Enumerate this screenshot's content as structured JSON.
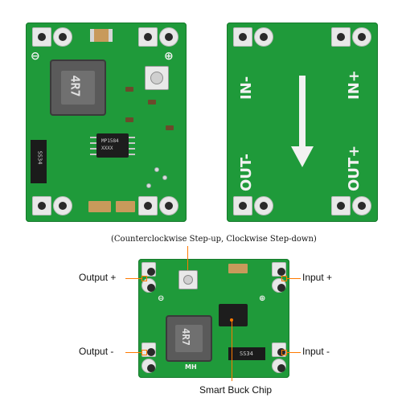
{
  "colors": {
    "pcb_green": "#1f9a3a",
    "pad_silver": "#e8e8e8",
    "inductor_gray": "#5a5a5a",
    "chip_black": "#1d1d1d",
    "callout_orange": "#ff7a00",
    "silk_white": "#f2f2f2"
  },
  "front_board": {
    "inductor_label": "4R7",
    "diode_label": "SS34",
    "chip_lines": [
      "MP1584",
      "XXXX"
    ]
  },
  "back_board": {
    "label_in_minus": "IN-",
    "label_in_plus": "IN+",
    "label_out_minus": "OUT-",
    "label_out_plus": "OUT+",
    "arrow_icon": "down-arrow-icon"
  },
  "annotated": {
    "caption": "(Counterclockwise Step-up, Clockwise Step-down)",
    "output_plus": "Output +",
    "input_plus": "Input +",
    "output_minus": "Output -",
    "input_minus": "Input -",
    "chip_label": "Smart Buck Chip",
    "inductor_label": "4R7",
    "diode_label": "SS34",
    "silk_mh": "MH"
  }
}
